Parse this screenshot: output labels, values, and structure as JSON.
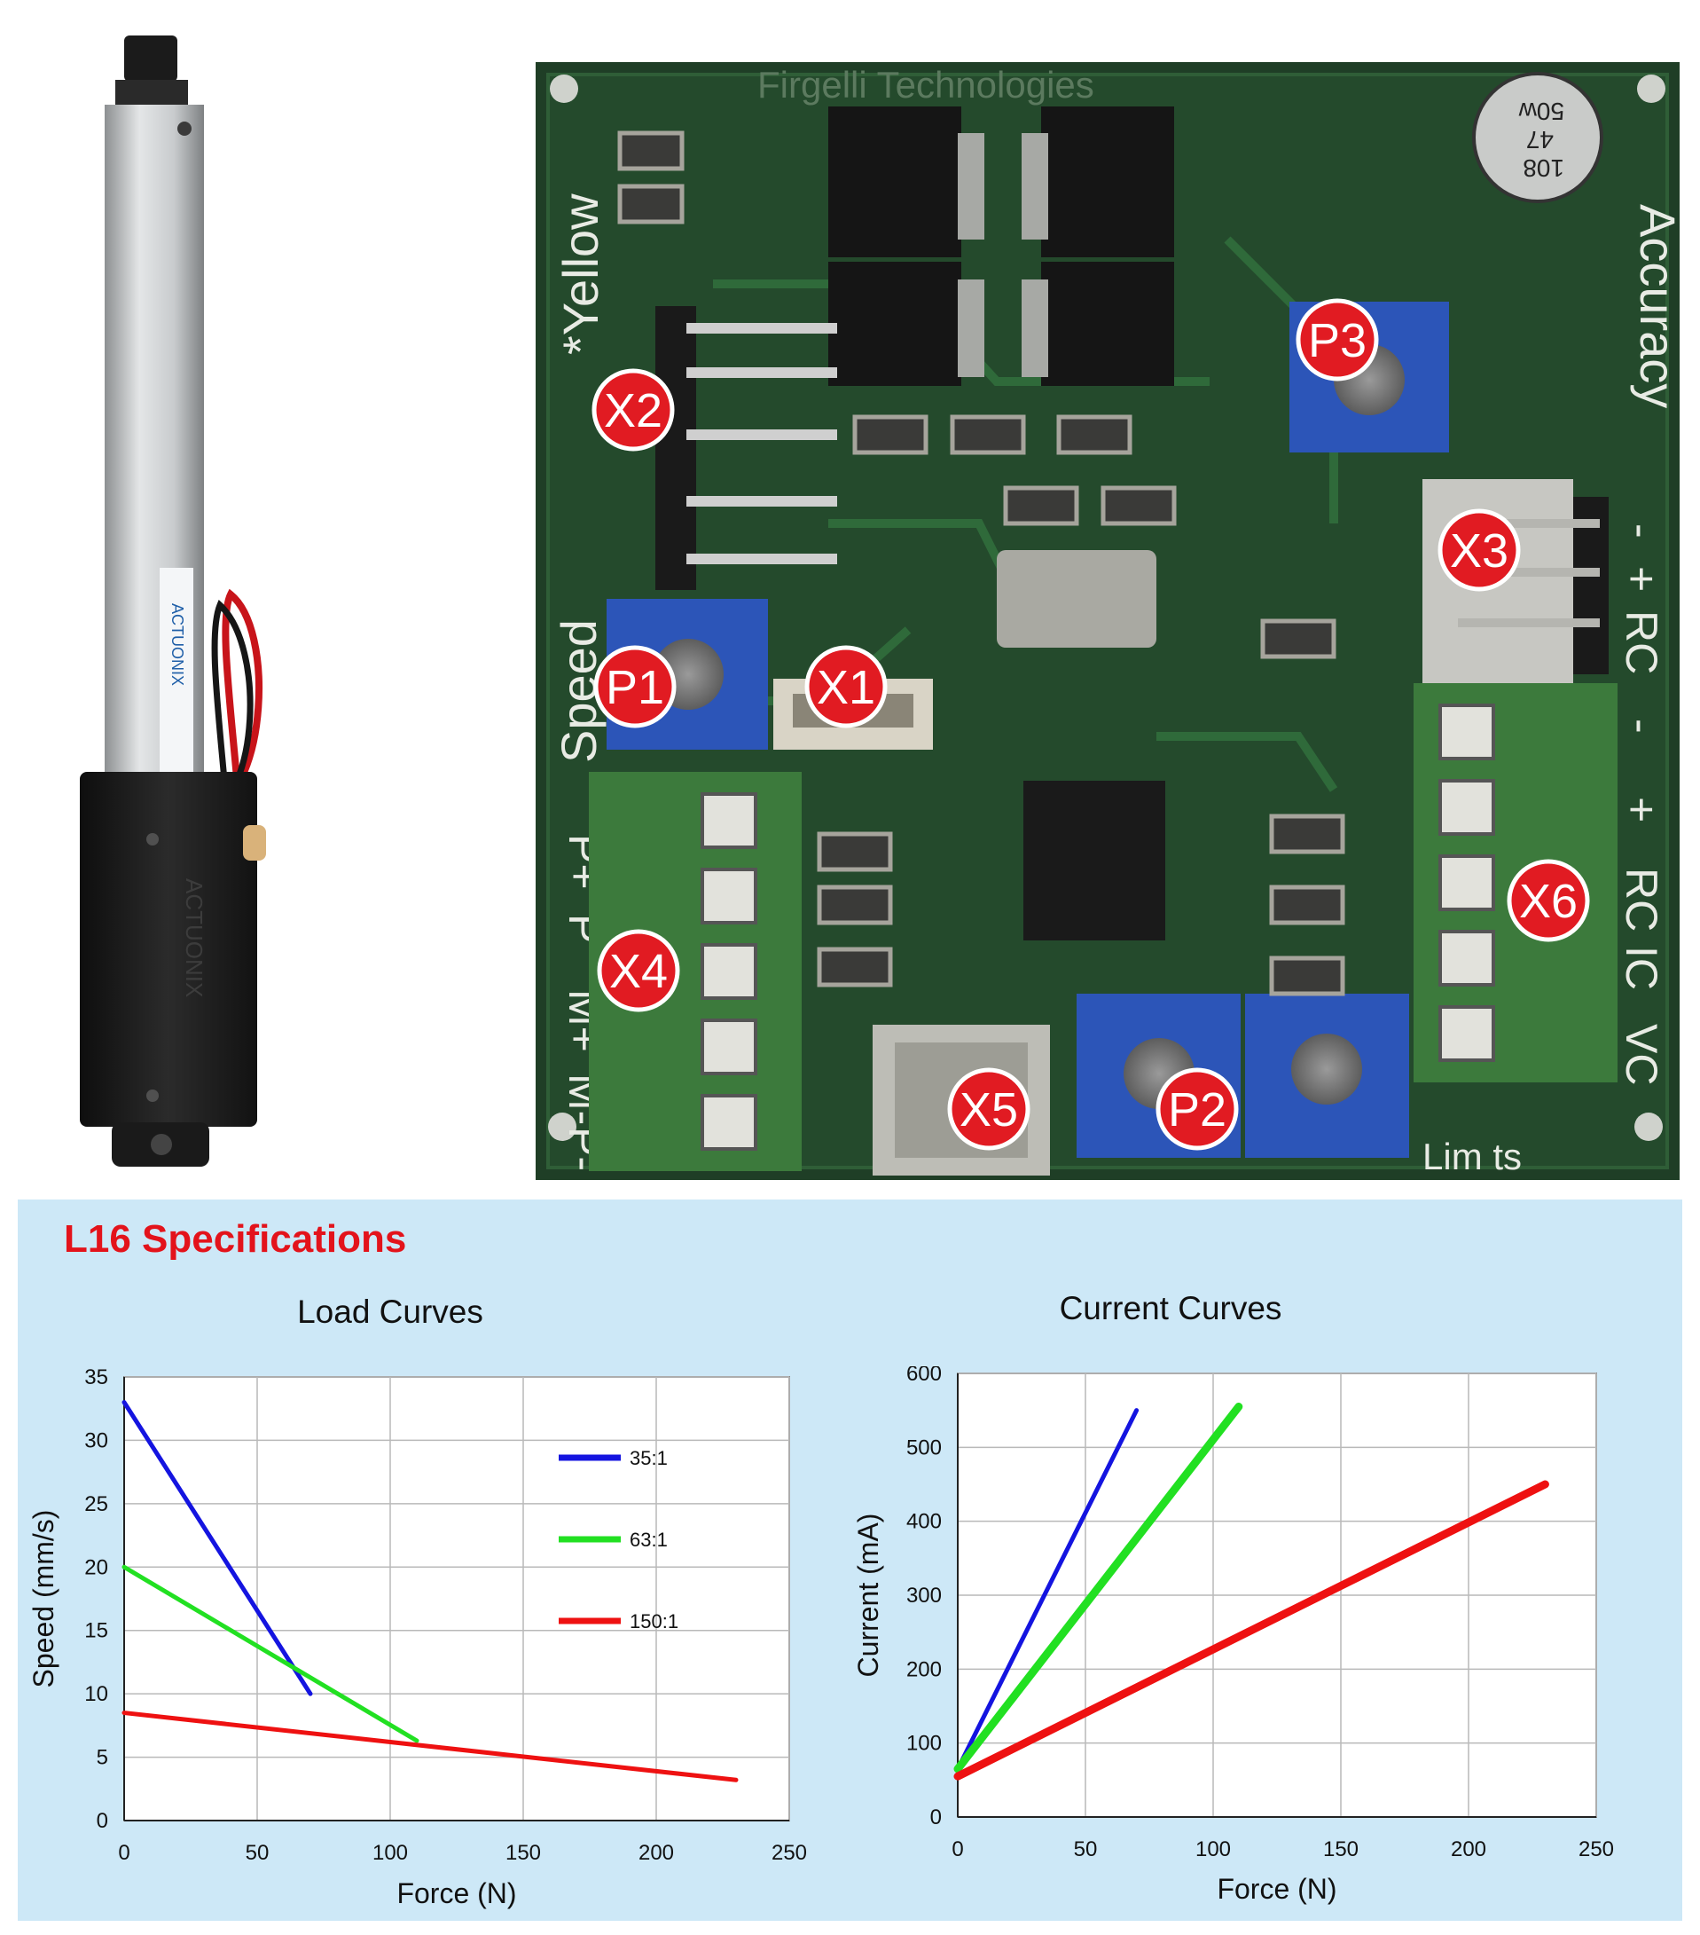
{
  "actuator_photo": {
    "label_text": "ACTUONIX",
    "body_text": "ACTUONIX"
  },
  "board_photo": {
    "silk_top": "Firgelli Technologies",
    "silk_left_top": "*Yellow",
    "silk_left_mid": "Speed",
    "silk_right_top": "Accuracy",
    "capacitor_text": [
      "108",
      "47",
      "50w"
    ],
    "silk_left_pins": [
      "P+",
      "P",
      "M+",
      "M-",
      "P-"
    ],
    "silk_right_x3": [
      "-",
      "+",
      "RC"
    ],
    "silk_right_x6": [
      "-",
      "+",
      "RC",
      "IC",
      "VC"
    ],
    "silk_bottom": "Lim   ts",
    "callouts": [
      "X2",
      "P3",
      "X3",
      "P1",
      "X1",
      "X6",
      "X4",
      "X5",
      "P2"
    ]
  },
  "specs": {
    "title": "L16 Specifications",
    "load_title": "Load Curves",
    "current_title": "Current Curves"
  },
  "colors": {
    "series_35": "#1414e0",
    "series_63": "#22e022",
    "series_150": "#ee1111",
    "title_red": "#e3131b",
    "panel_bg": "#cde8f7"
  },
  "chart_data": [
    {
      "type": "line",
      "title": "Load Curves",
      "xlabel": "Force (N)",
      "ylabel": "Speed (mm/s)",
      "xlim": [
        0,
        250
      ],
      "ylim": [
        0,
        35
      ],
      "xticks": [
        0,
        50,
        100,
        150,
        200,
        250
      ],
      "yticks": [
        0,
        5,
        10,
        15,
        20,
        25,
        30,
        35
      ],
      "grid": true,
      "legend": "right",
      "series": [
        {
          "name": "35:1",
          "color": "#1414e0",
          "x": [
            0,
            70
          ],
          "y": [
            33,
            10
          ]
        },
        {
          "name": "63:1",
          "color": "#22e022",
          "x": [
            0,
            110
          ],
          "y": [
            20,
            6.3
          ]
        },
        {
          "name": "150:1",
          "color": "#ee1111",
          "x": [
            0,
            230
          ],
          "y": [
            8.5,
            3.2
          ]
        }
      ]
    },
    {
      "type": "line",
      "title": "Current Curves",
      "xlabel": "Force (N)",
      "ylabel": "Current (mA)",
      "xlim": [
        0,
        250
      ],
      "ylim": [
        0,
        600
      ],
      "xticks": [
        0,
        50,
        100,
        150,
        200,
        250
      ],
      "yticks": [
        0,
        100,
        200,
        300,
        400,
        500,
        600
      ],
      "grid": true,
      "series": [
        {
          "color": "#1414e0",
          "x": [
            0,
            70
          ],
          "y": [
            65,
            550
          ]
        },
        {
          "color": "#22e022",
          "x": [
            0,
            110
          ],
          "y": [
            65,
            555
          ]
        },
        {
          "color": "#ee1111",
          "x": [
            0,
            230
          ],
          "y": [
            55,
            450
          ]
        }
      ]
    }
  ]
}
